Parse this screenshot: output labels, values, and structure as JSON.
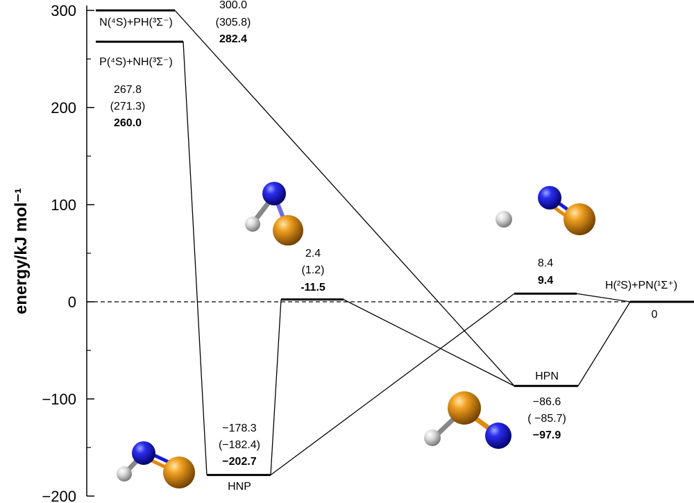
{
  "chart_data": {
    "type": "energy-level-diagram",
    "ylabel": "energy/kJ mol⁻¹",
    "ylim": [
      -200,
      300
    ],
    "yticks": [
      {
        "value": 300,
        "label": "300"
      },
      {
        "value": 200,
        "label": "200"
      },
      {
        "value": 100,
        "label": "100"
      },
      {
        "value": 0,
        "label": "0"
      },
      {
        "value": -100,
        "label": "−100"
      },
      {
        "value": -200,
        "label": "−200"
      }
    ],
    "levels": [
      {
        "id": "n_ph",
        "species": "N(⁴S)+PH(³Σ⁻)",
        "energy": 300.0,
        "energy_lines": [
          "300.0",
          "(305.8)",
          "282.4"
        ]
      },
      {
        "id": "p_nh",
        "species": "P(⁴S)+NH(³Σ⁻)",
        "energy": 267.8,
        "energy_lines": [
          "267.8",
          "(271.3)",
          "260.0"
        ]
      },
      {
        "id": "hnp",
        "species": "HNP",
        "energy": -178.3,
        "energy_lines": [
          "−178.3",
          "(−182.4)",
          "−202.7"
        ]
      },
      {
        "id": "ts1",
        "species": "",
        "energy": 2.4,
        "energy_lines": [
          "2.4",
          "(1.2)",
          "-11.5"
        ]
      },
      {
        "id": "hpn",
        "species": "HPN",
        "energy": -86.6,
        "energy_lines": [
          "−86.6",
          "( −85.7)",
          "−97.9"
        ]
      },
      {
        "id": "ts2",
        "species": "",
        "energy": 8.4,
        "energy_lines": [
          "8.4",
          "9.4"
        ]
      },
      {
        "id": "h_pn",
        "species": "H(²S)+PN(¹Σ⁺)",
        "energy": 0,
        "energy_lines": [
          "0"
        ]
      }
    ],
    "connections": [
      [
        "p_nh",
        "hnp"
      ],
      [
        "hnp",
        "ts1"
      ],
      [
        "ts1",
        "hpn"
      ],
      [
        "hnp",
        "ts2"
      ],
      [
        "n_ph",
        "hpn"
      ],
      [
        "hpn",
        "h_pn"
      ],
      [
        "ts2",
        "h_pn"
      ]
    ],
    "reference_line": 0,
    "colors": {
      "nitrogen": "#1a1ad6",
      "phosphorus": "#e08a10",
      "hydrogen": "#d0d0d0"
    },
    "molecules": [
      {
        "id": "mol-hnp",
        "icon": "hnp-molecule"
      },
      {
        "id": "mol-ts1",
        "icon": "ts1-molecule"
      },
      {
        "id": "mol-ts2",
        "icon": "h-pn-molecule"
      },
      {
        "id": "mol-hpn",
        "icon": "hpn-molecule"
      }
    ]
  }
}
